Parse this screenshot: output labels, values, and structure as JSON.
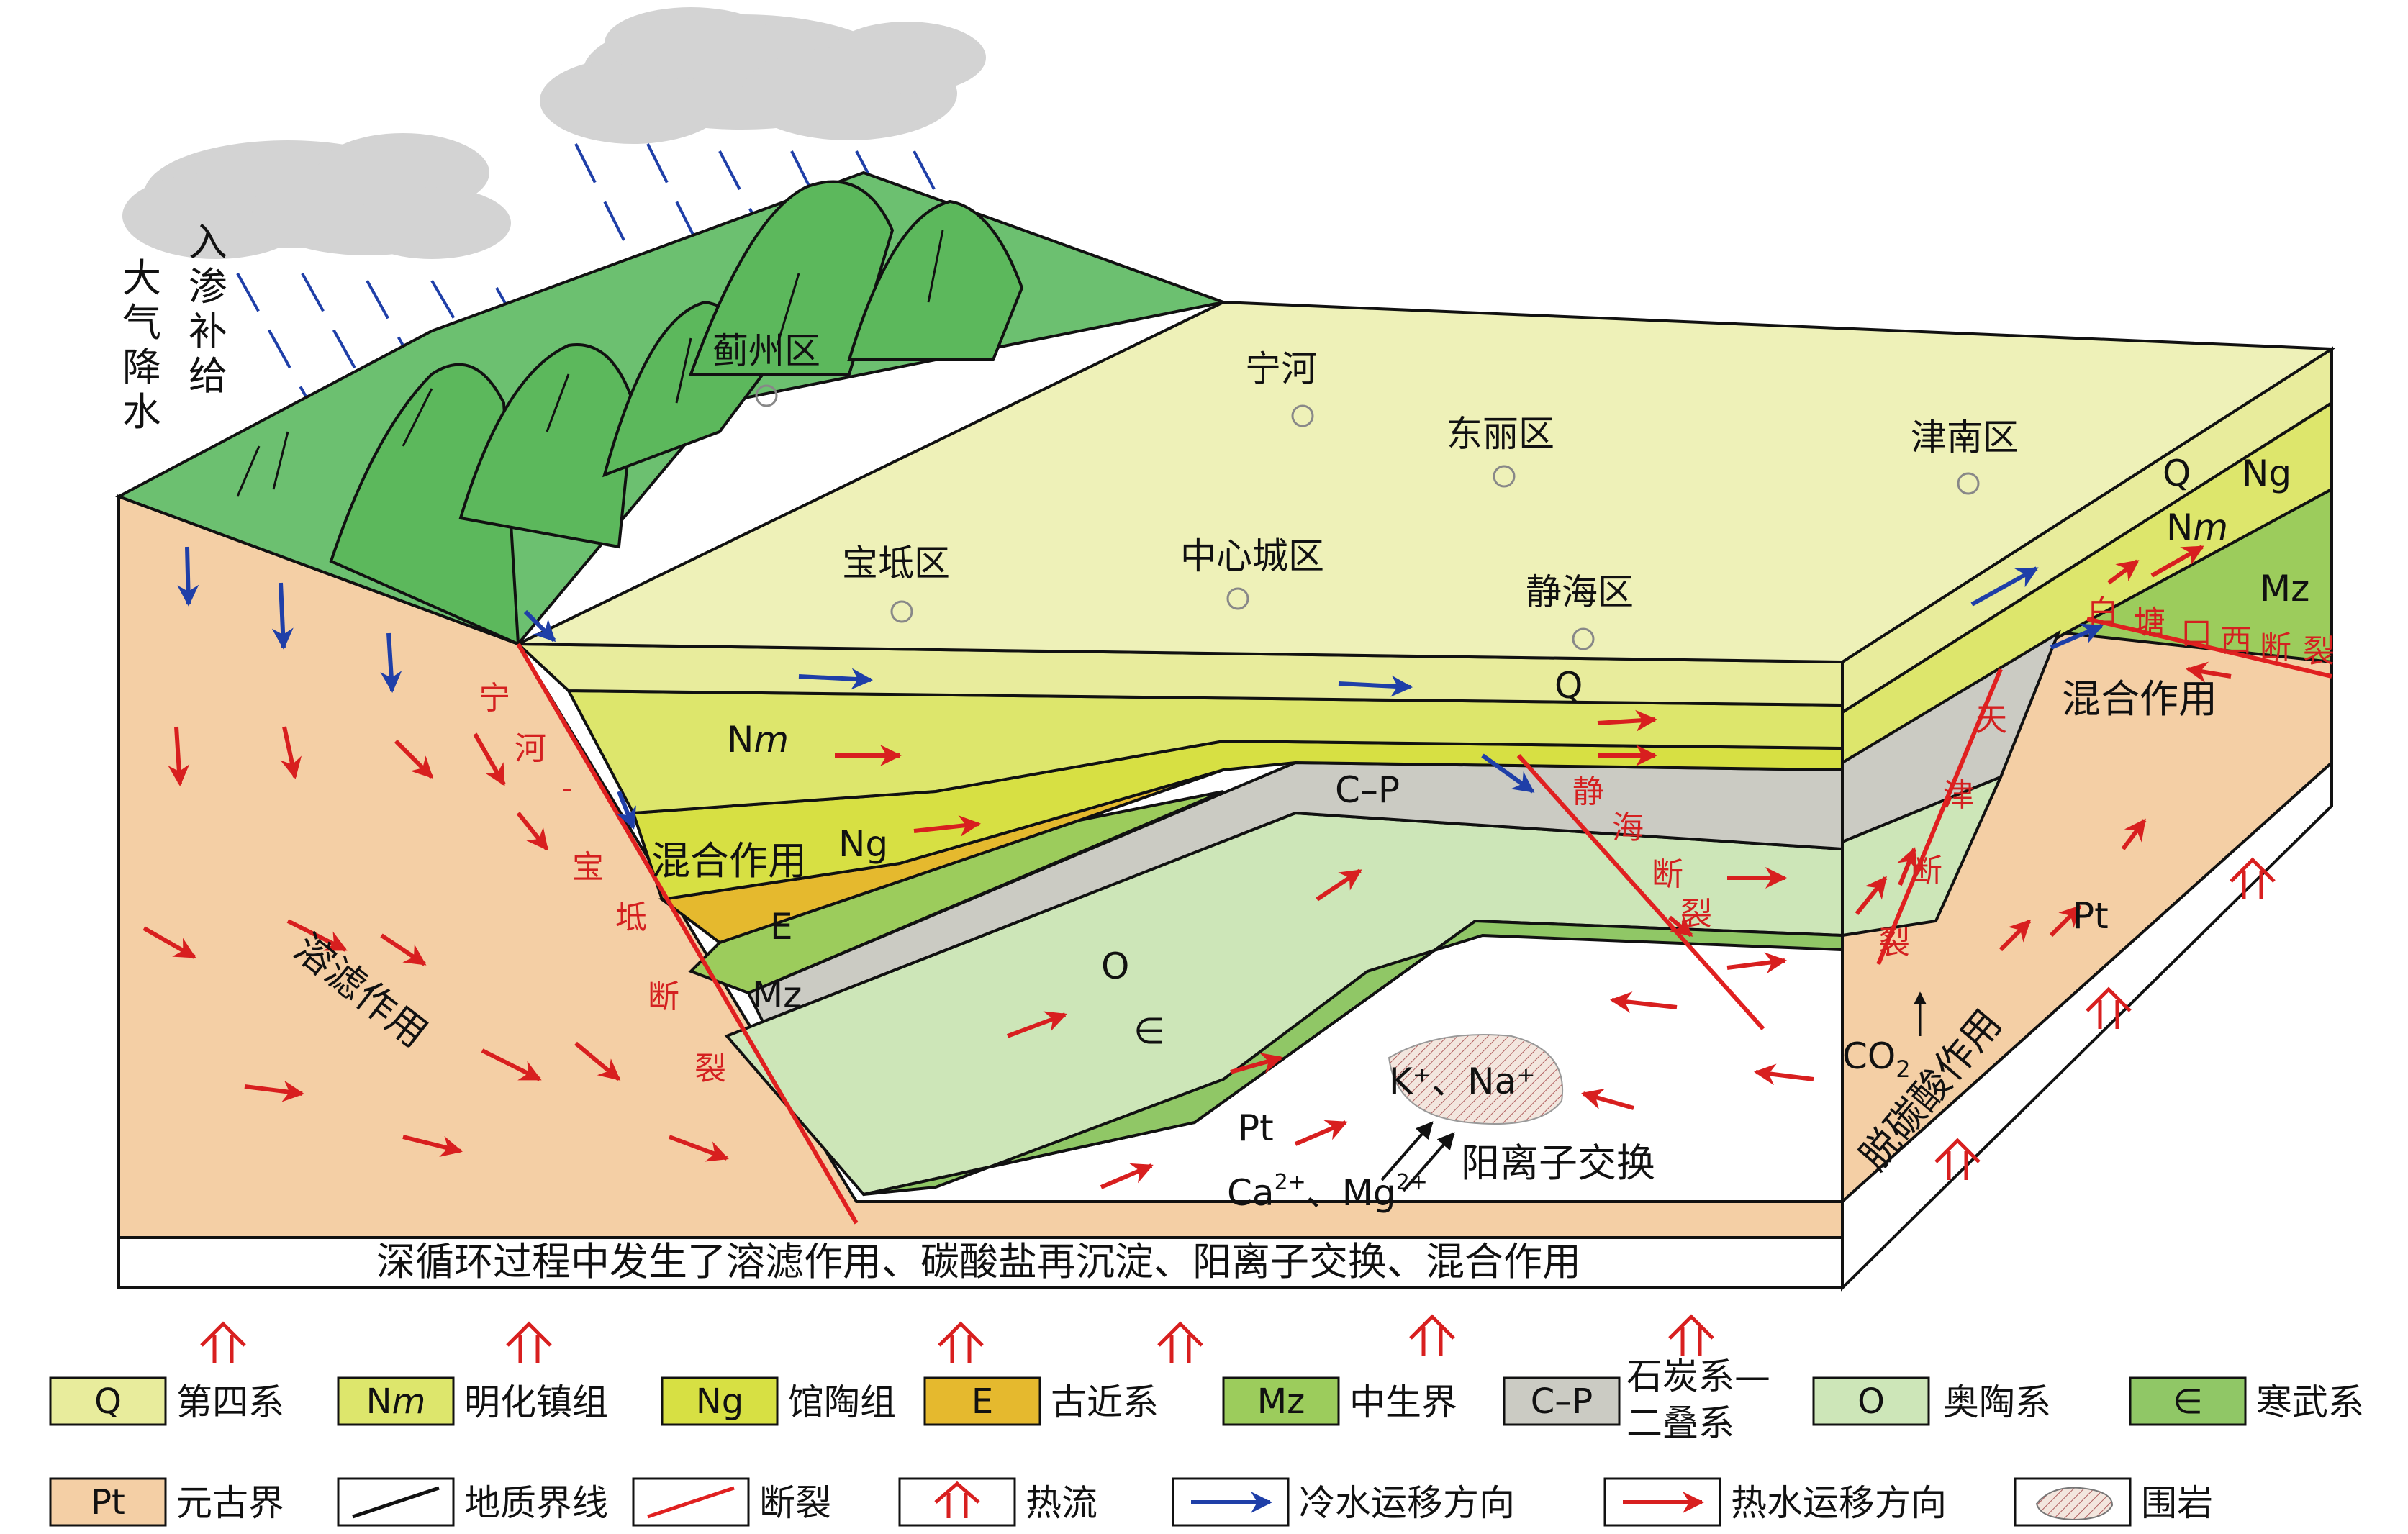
{
  "labels": {
    "rain_l1": "大气降水",
    "rain_l2": "入渗补给",
    "mixing_left": "混合作用",
    "mixing_right": "混合作用",
    "leaching": "溶滤作用",
    "decarbonation": "脱碳酸作用",
    "co2": "CO",
    "co2_sub": "2",
    "cation_exchange": "阳离子交换",
    "k_na": "K⁺、Na⁺",
    "ca": "Ca",
    "ca_sup": "2+",
    "sep": "、",
    "mg": "Mg",
    "mg_sup": "2+",
    "bottom_caption": "深循环过程中发生了溶滤作用、碳酸盐再沉淀、阳离子交换、混合作用"
  },
  "cities": [
    "蓟州区",
    "宁河",
    "东丽区",
    "津南区",
    "宝坻区",
    "中心城区",
    "静海区"
  ],
  "strata": {
    "Q": "Q",
    "Nm": "N",
    "Nm_it": "m",
    "Ng": "Ng",
    "E": "E",
    "Mz": "Mz",
    "CP": "C–P",
    "O": "O",
    "Cam": "∈",
    "Pt": "Pt",
    "Q_r": "Q",
    "Ng_r": "Ng",
    "Nm_r": "N",
    "Nm_r_it": "m",
    "Mz_r": "Mz",
    "Pt_r": "Pt",
    "Pt_c": "Pt"
  },
  "faults": {
    "ninghe": [
      "宁",
      "河",
      "-",
      "宝",
      "坻",
      "断",
      "裂"
    ],
    "jinghai": [
      "静",
      "海",
      "断",
      "裂"
    ],
    "tianjin": [
      "天",
      "津",
      "断",
      "裂"
    ],
    "baitang": [
      "白",
      "塘",
      "口",
      "西",
      "断",
      "裂"
    ]
  },
  "legend": [
    {
      "code": "Q",
      "code_it": "",
      "name": "第四系",
      "color": "#e8ec9c"
    },
    {
      "code": "N",
      "code_it": "m",
      "name": "明化镇组",
      "color": "#dde66c"
    },
    {
      "code": "Ng",
      "code_it": "",
      "name": "馆陶组",
      "color": "#d7e043"
    },
    {
      "code": "E",
      "code_it": "",
      "name": "古近系",
      "color": "#e5b92e"
    },
    {
      "code": "Mz",
      "code_it": "",
      "name": "中生界",
      "color": "#9ccc5c"
    },
    {
      "code": "C–P",
      "code_it": "",
      "name": "石炭系—二叠系",
      "color": "#cbcbc3"
    },
    {
      "code": "O",
      "code_it": "",
      "name": "奥陶系",
      "color": "#cde6b8"
    },
    {
      "code": "∈",
      "code_it": "",
      "name": "寒武系",
      "color": "#90c766"
    },
    {
      "code": "Pt",
      "code_it": "",
      "name": "元古界",
      "color": "#f4cfa5"
    },
    {
      "code": "",
      "code_it": "",
      "name": "地质界线",
      "color": "#ffffff"
    },
    {
      "code": "",
      "code_it": "",
      "name": "断裂",
      "color": "#ffffff"
    },
    {
      "code": "",
      "code_it": "",
      "name": "热流",
      "color": "#ffffff"
    },
    {
      "code": "",
      "code_it": "",
      "name": "冷水运移方向",
      "color": "#ffffff"
    },
    {
      "code": "",
      "code_it": "",
      "name": "热水运移方向",
      "color": "#ffffff"
    },
    {
      "code": "",
      "code_it": "",
      "name": "围岩",
      "color": "#ffffff"
    }
  ],
  "legend_cp_line1": "石炭系—",
  "legend_cp_line2": "二叠系",
  "colors": {
    "Q": "#e8ec9c",
    "Nm": "#dde66c",
    "Ng": "#d7e043",
    "E": "#e5b92e",
    "Mz": "#9ccc5c",
    "CP": "#cbcbc3",
    "O": "#cde6b8",
    "Cam": "#90c766",
    "Pt": "#f4cfa5",
    "surface": "#eef1b8",
    "mountain": "#5cb85c",
    "fault": "#e02020",
    "cold": "#1f3fa8",
    "hot": "#d81f1f"
  }
}
